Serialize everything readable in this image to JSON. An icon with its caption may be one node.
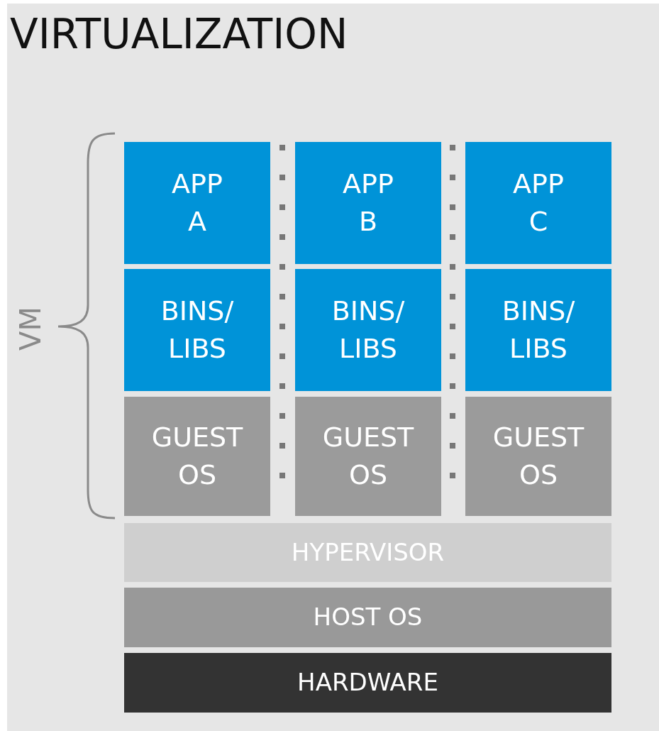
{
  "diagram": {
    "title": "VIRTUALIZATION",
    "nodes": [
      {
        "text": [
          "APP A"
        ]
      },
      {
        "text": [
          "APP B"
        ]
      },
      {
        "text": [
          "APP C"
        ]
      },
      {
        "text": [
          "BINS/ LIBS"
        ]
      },
      {
        "text": [
          "BINS/ LIBS"
        ]
      },
      {
        "text": [
          "BINS/ LIBS"
        ]
      },
      {
        "text": [
          "GUEST OS"
        ]
      },
      {
        "text": [
          "GUEST OS"
        ]
      },
      {
        "text": [
          "GUEST OS"
        ]
      },
      {
        "text": [
          "HYPERVISOR"
        ]
      },
      {
        "text": [
          "HOST OS"
        ]
      },
      {
        "text": [
          "HARDWARE"
        ]
      }
    ],
    "labels": [
      "VM"
    ]
  }
}
